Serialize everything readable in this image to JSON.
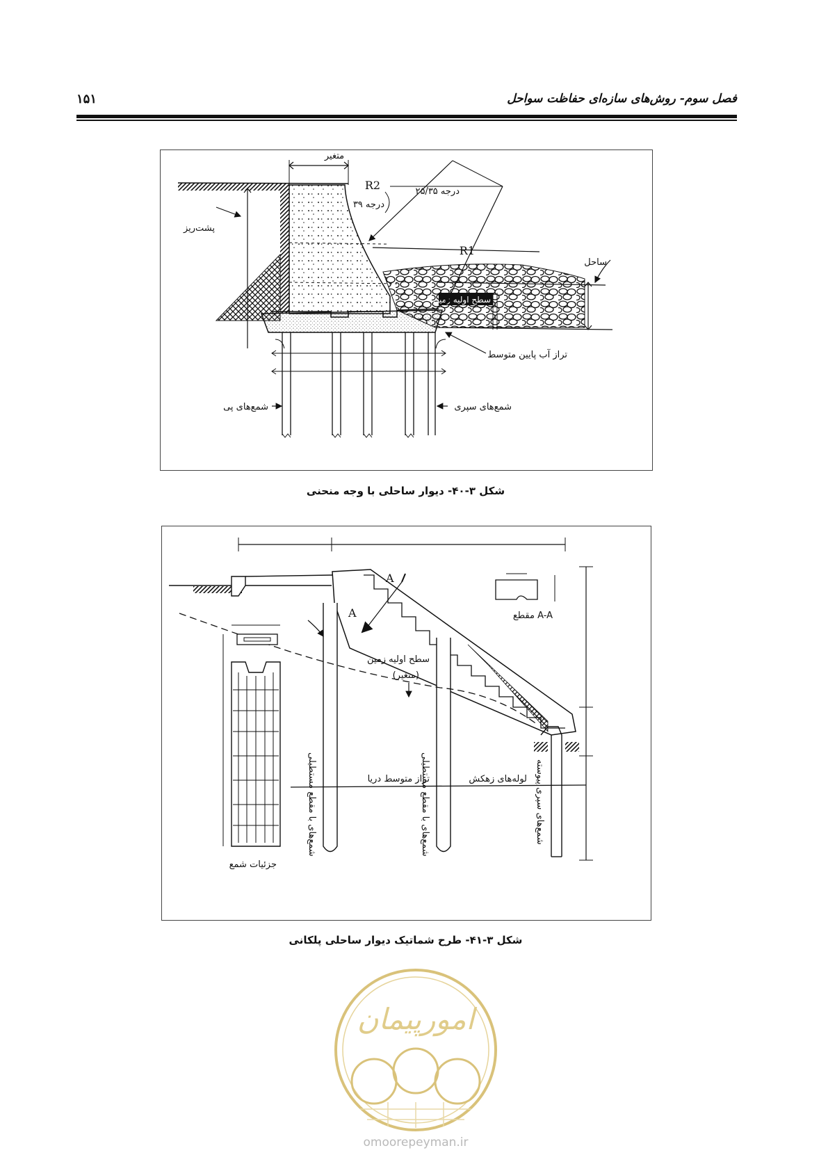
{
  "header": {
    "chapter_title": "فصل سوم- روش‌های سازه‌ای حفاظت سواحل",
    "page_number": "۱۵۱"
  },
  "figure_1": {
    "caption": "شکل ۳-۴۰- دیوار ساحلی با وجه منحنی",
    "labels": {
      "variable": "متغیر",
      "r2": "R2",
      "r1": "R1",
      "angle_25_35": "۲۵/۳۵ درجه",
      "angle_39": "۳۹ درجه",
      "backfill": "پشت‌ریز",
      "shore": "ساحل",
      "initial_ground": "سطح اولیه زمین",
      "mean_low_water": "تراز آب پایین متوسط",
      "foundation_piles": "شمع‌های پی",
      "sheet_piles": "شمع‌های سپری"
    }
  },
  "figure_2": {
    "caption": "شکل ۳-۴۱- طرح شماتیک دیوار ساحلی پلکانی",
    "labels": {
      "section_a_top": "A",
      "section_a_bottom": "A",
      "section_aa": "مقطع A-A",
      "initial_ground": "سطح اولیه زمین",
      "variable": "(متغیر)",
      "drain_pipes": "لوله‌های زهکش",
      "mean_sea_level": "تراز متوسط دریا",
      "rect_piles_left": "شمع‌های با مقطع مستطیلی",
      "rect_piles_middle": "شمع‌های با مقطع مستطیلی",
      "continuous_sheet_piles": "شمع‌های سپری پیوسته",
      "pile_details": "جزئیات شمع"
    }
  },
  "watermark": {
    "logo_text": "امورپیمان",
    "url": "omoorepeyman.ir",
    "color": "#d9c27a"
  }
}
